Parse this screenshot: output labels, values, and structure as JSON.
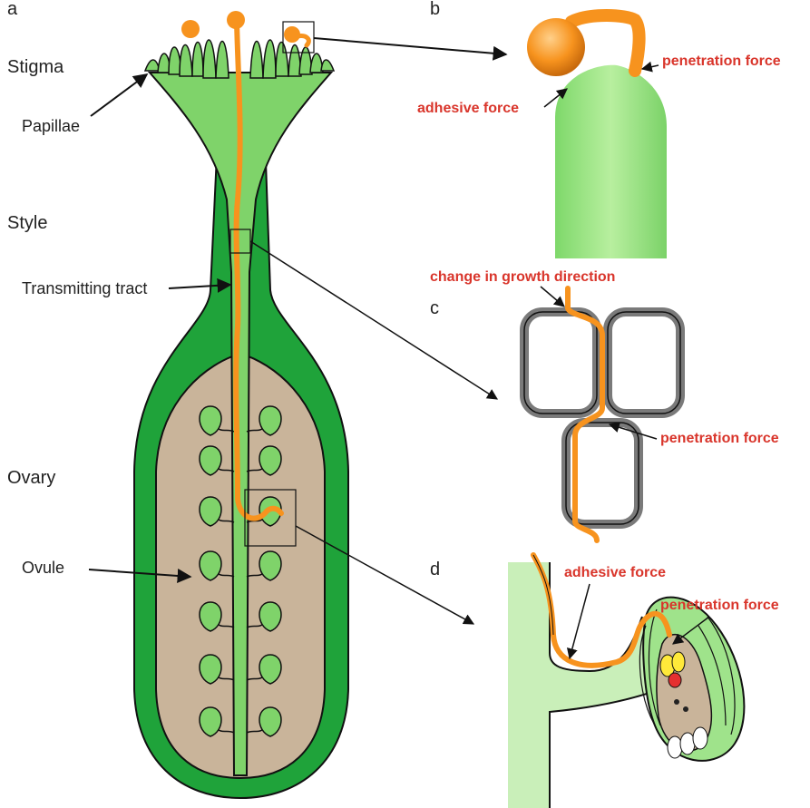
{
  "panels": {
    "a": "a",
    "b": "b",
    "c": "c",
    "d": "d"
  },
  "regions": {
    "stigma": "Stigma",
    "style": "Style",
    "ovary": "Ovary"
  },
  "parts": {
    "papillae": "Papillae",
    "transmitting_tract": "Transmitting tract",
    "ovule": "Ovule"
  },
  "panel_b": {
    "penetration": "penetration force",
    "adhesive": "adhesive force"
  },
  "panel_c": {
    "change_direction": "change in growth direction",
    "penetration": "penetration force"
  },
  "panel_d": {
    "adhesive": "adhesive force",
    "penetration": "penetration force"
  },
  "colors": {
    "dark_green": "#1fa33a",
    "light_green": "#7fd36a",
    "pale_green": "#c9efb9",
    "tan": "#c9b49a",
    "orange": "#f7931e",
    "force_red": "#d9352b",
    "cell_gray": "#7a7a7a"
  }
}
